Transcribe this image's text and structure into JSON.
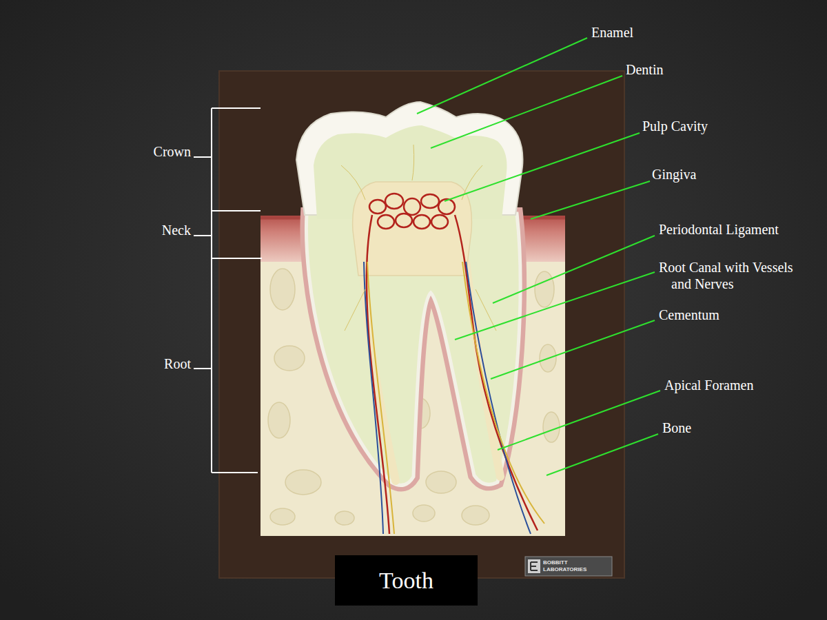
{
  "diagram": {
    "nodes": [
      {
        "text": [
          "Tooth"
        ]
      }
    ],
    "labels": [
      "Crown",
      "Neck",
      "Root",
      "Enamel",
      "Dentin",
      "Pulp Cavity",
      "Gingiva",
      "Periodontal Ligament",
      "Root Canal with Vessels and Nerves",
      "Cementum",
      "Apical Foramen",
      "Bone",
      "BOBBITT LABORATORIES"
    ]
  }
}
